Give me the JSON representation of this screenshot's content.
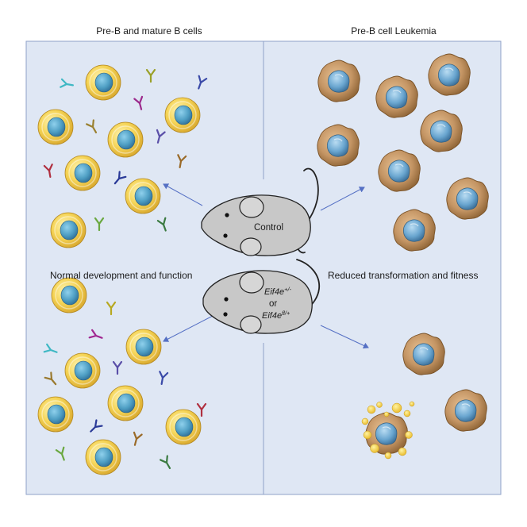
{
  "headers": {
    "left": "Pre-B and mature B cells",
    "right": "Pre-B cell Leukemia"
  },
  "annotations": {
    "left": "Normal development and function",
    "right": "Reduced transformation and fitness"
  },
  "mice": {
    "control": {
      "label": "Control"
    },
    "mutant": {
      "line1_base": "Eif4e",
      "line1_sup": "+/-",
      "connector": "or",
      "line2_base": "Eif4e",
      "line2_sup": "fl/+"
    }
  },
  "colors": {
    "panel": "#dfe7f4",
    "panel_border": "#8fa2c8",
    "arrow": "#5570c4",
    "mouse": "#c8c8c8",
    "bcell_outer": "#f0c94a",
    "bcell_nucleus": "#4f9fc4",
    "leukemia_body": "#c49564",
    "leukemia_nucleus": "#6aa6d0",
    "apoptotic_bleb": "#f2cf3d"
  },
  "icons": {
    "b_cell": "round-b-cell-icon",
    "antibody": "y-shaped-antibody-icon",
    "leukemia_cell": "irregular-leukemic-cell-icon",
    "apoptotic_cell": "apoptotic-blebbing-cell-icon",
    "mouse": "mouse-icon"
  }
}
